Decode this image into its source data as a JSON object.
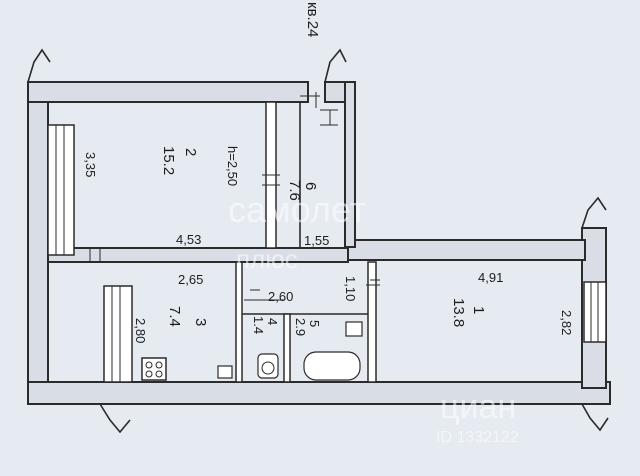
{
  "apartment_label": "кв.24",
  "ceiling_height": "h=2,50",
  "rooms": [
    {
      "number": "2",
      "area": "15.2"
    },
    {
      "number": "6",
      "area": "7.6"
    },
    {
      "number": "3",
      "area": "7.4"
    },
    {
      "number": "4",
      "area": "1.4"
    },
    {
      "number": "5",
      "area": "2.9"
    },
    {
      "number": "1",
      "area": "13.8"
    }
  ],
  "dimensions": {
    "room2_height": "3,35",
    "room2_width": "4,53",
    "corridor_width": "1,55",
    "room3_width": "2,65",
    "room3_height": "2,80",
    "bath_width": "2,60",
    "bath_depth": "1,10",
    "room1_width": "4,91",
    "room1_height": "2,82"
  },
  "watermarks": {
    "samolet": "самолет",
    "plus": "плюс",
    "cian": "циан",
    "cian_id": "ID 1332122"
  }
}
